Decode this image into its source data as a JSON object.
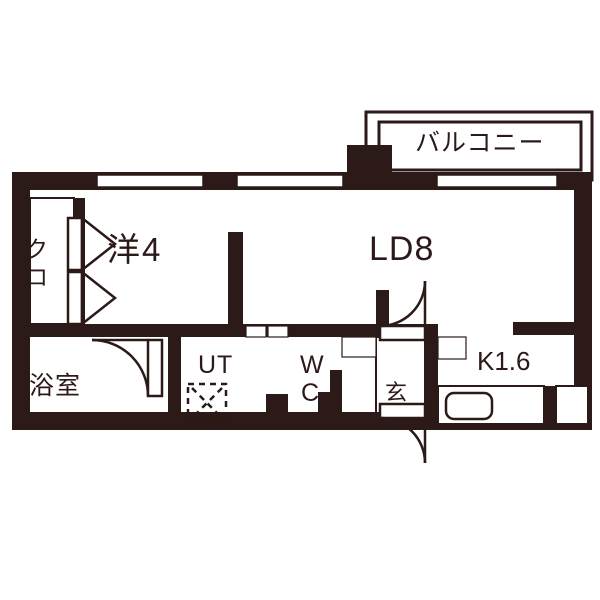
{
  "document": {
    "type": "floor-plan",
    "title": "1LDK apartment floor plan",
    "background_color": "#ffffff",
    "line_color": "#2b1a17"
  },
  "rooms": [
    {
      "id": "balcony",
      "label": "バルコニー",
      "name": "balcony"
    },
    {
      "id": "ld",
      "label": "LD8",
      "name": "living-dining"
    },
    {
      "id": "western",
      "label": "洋4",
      "name": "western-room"
    },
    {
      "id": "kitchen",
      "label": "K1.6",
      "name": "kitchen"
    },
    {
      "id": "utility",
      "label": "UT",
      "name": "utility"
    },
    {
      "id": "toilet_w",
      "label": "W",
      "name": "toilet-w"
    },
    {
      "id": "toilet_c",
      "label": "C",
      "name": "toilet-c"
    },
    {
      "id": "bath",
      "label": "浴室",
      "name": "bathroom"
    },
    {
      "id": "closet_1",
      "label": "ク",
      "name": "closet-line-1"
    },
    {
      "id": "closet_2",
      "label": "ロ",
      "name": "closet-line-2"
    },
    {
      "id": "entrance",
      "label": "玄",
      "name": "entrance"
    }
  ],
  "fixtures": [
    {
      "id": "sink",
      "name": "kitchen-sink"
    },
    {
      "id": "stove",
      "name": "stove-space"
    },
    {
      "id": "washer",
      "name": "washing-machine-space"
    },
    {
      "id": "bath_door",
      "name": "bathroom-swing-door"
    },
    {
      "id": "entrance_door_n",
      "name": "entrance-swing-door-north"
    },
    {
      "id": "entrance_door_s",
      "name": "entrance-swing-door-south"
    },
    {
      "id": "closet_door_1",
      "name": "closet-folding-door-upper"
    },
    {
      "id": "closet_door_2",
      "name": "closet-folding-door-lower"
    },
    {
      "id": "pillar",
      "name": "structural-pillar"
    },
    {
      "id": "window_1",
      "name": "window-west"
    },
    {
      "id": "window_2",
      "name": "window-center"
    },
    {
      "id": "window_3",
      "name": "window-east"
    }
  ]
}
